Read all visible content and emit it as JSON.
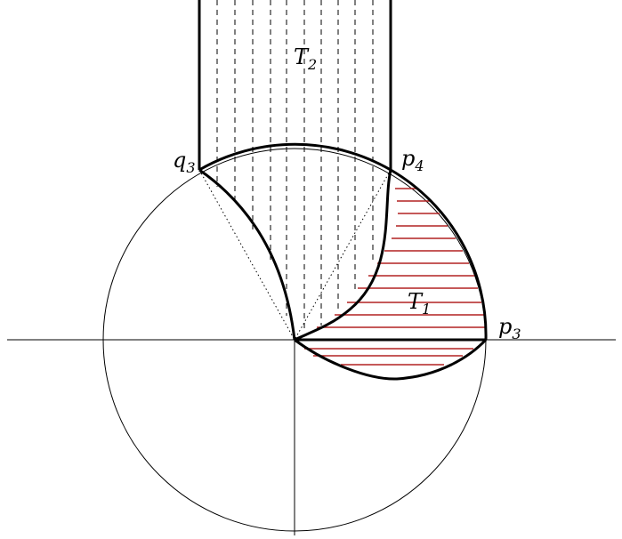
{
  "labels": {
    "t2": {
      "base": "T",
      "sub": "2"
    },
    "t1": {
      "base": "T",
      "sub": "1"
    },
    "q3": {
      "base": "q",
      "sub": "3"
    },
    "p4": {
      "base": "p",
      "sub": "4"
    },
    "p3": {
      "base": "p",
      "sub": "3"
    }
  },
  "colors": {
    "ink": "#000000",
    "hatch_red": "#b22222"
  }
}
